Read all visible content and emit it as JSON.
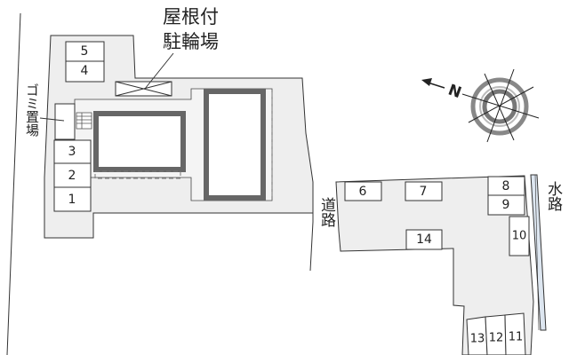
{
  "labels": {
    "bike_parking_line1": "屋根付",
    "bike_parking_line2": "駐輪場",
    "garbage_area": "ゴミ置場",
    "road": "道路",
    "waterway": "水路",
    "north": "N"
  },
  "parking_spaces": [
    "1",
    "2",
    "3",
    "4",
    "5",
    "6",
    "7",
    "8",
    "9",
    "10",
    "11",
    "12",
    "13",
    "14"
  ],
  "colors": {
    "lot": "#eeeeee",
    "building_border": "#666666",
    "waterway": "#dde6f0"
  }
}
